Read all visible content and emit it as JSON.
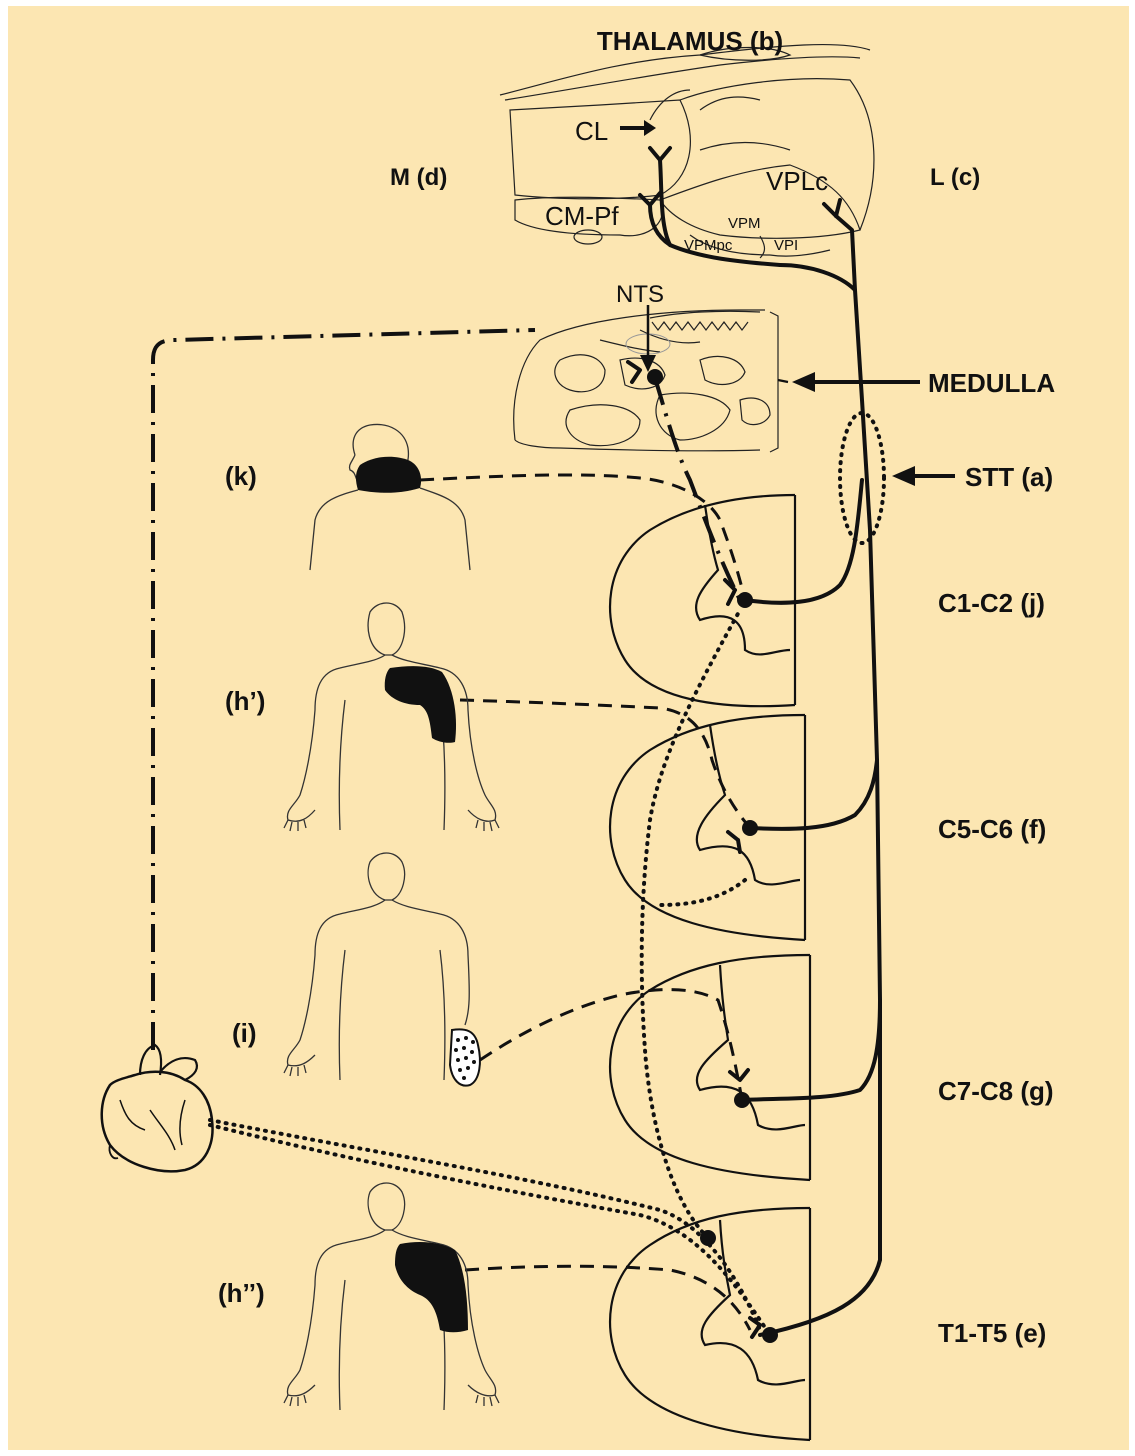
{
  "colors": {
    "background": "#fce6b2",
    "ink": "#111111"
  },
  "labels": {
    "thalamus": "THALAMUS (b)",
    "medial": "M (d)",
    "lateral": "L (c)",
    "cl": "CL",
    "cmpf": "CM-Pf",
    "vplc": "VPLc",
    "vpm": "VPM",
    "vpmpc": "VPMpc",
    "vpi": "VPI",
    "nts": "NTS",
    "medulla": "MEDULLA",
    "stt": "STT (a)",
    "c1c2": "C1-C2 (j)",
    "c5c6": "C5-C6 (f)",
    "c7c8": "C7-C8 (g)",
    "t1t5": "T1-T5 (e)",
    "k": "(k)",
    "h1": "(h’)",
    "i": "(i)",
    "h2": "(h’’)"
  },
  "icons": {
    "heart": "heart-icon",
    "figures": [
      "head-neck-figure",
      "torso-figure-upper-arm",
      "torso-figure-hand",
      "torso-figure-shoulder-arm"
    ]
  }
}
